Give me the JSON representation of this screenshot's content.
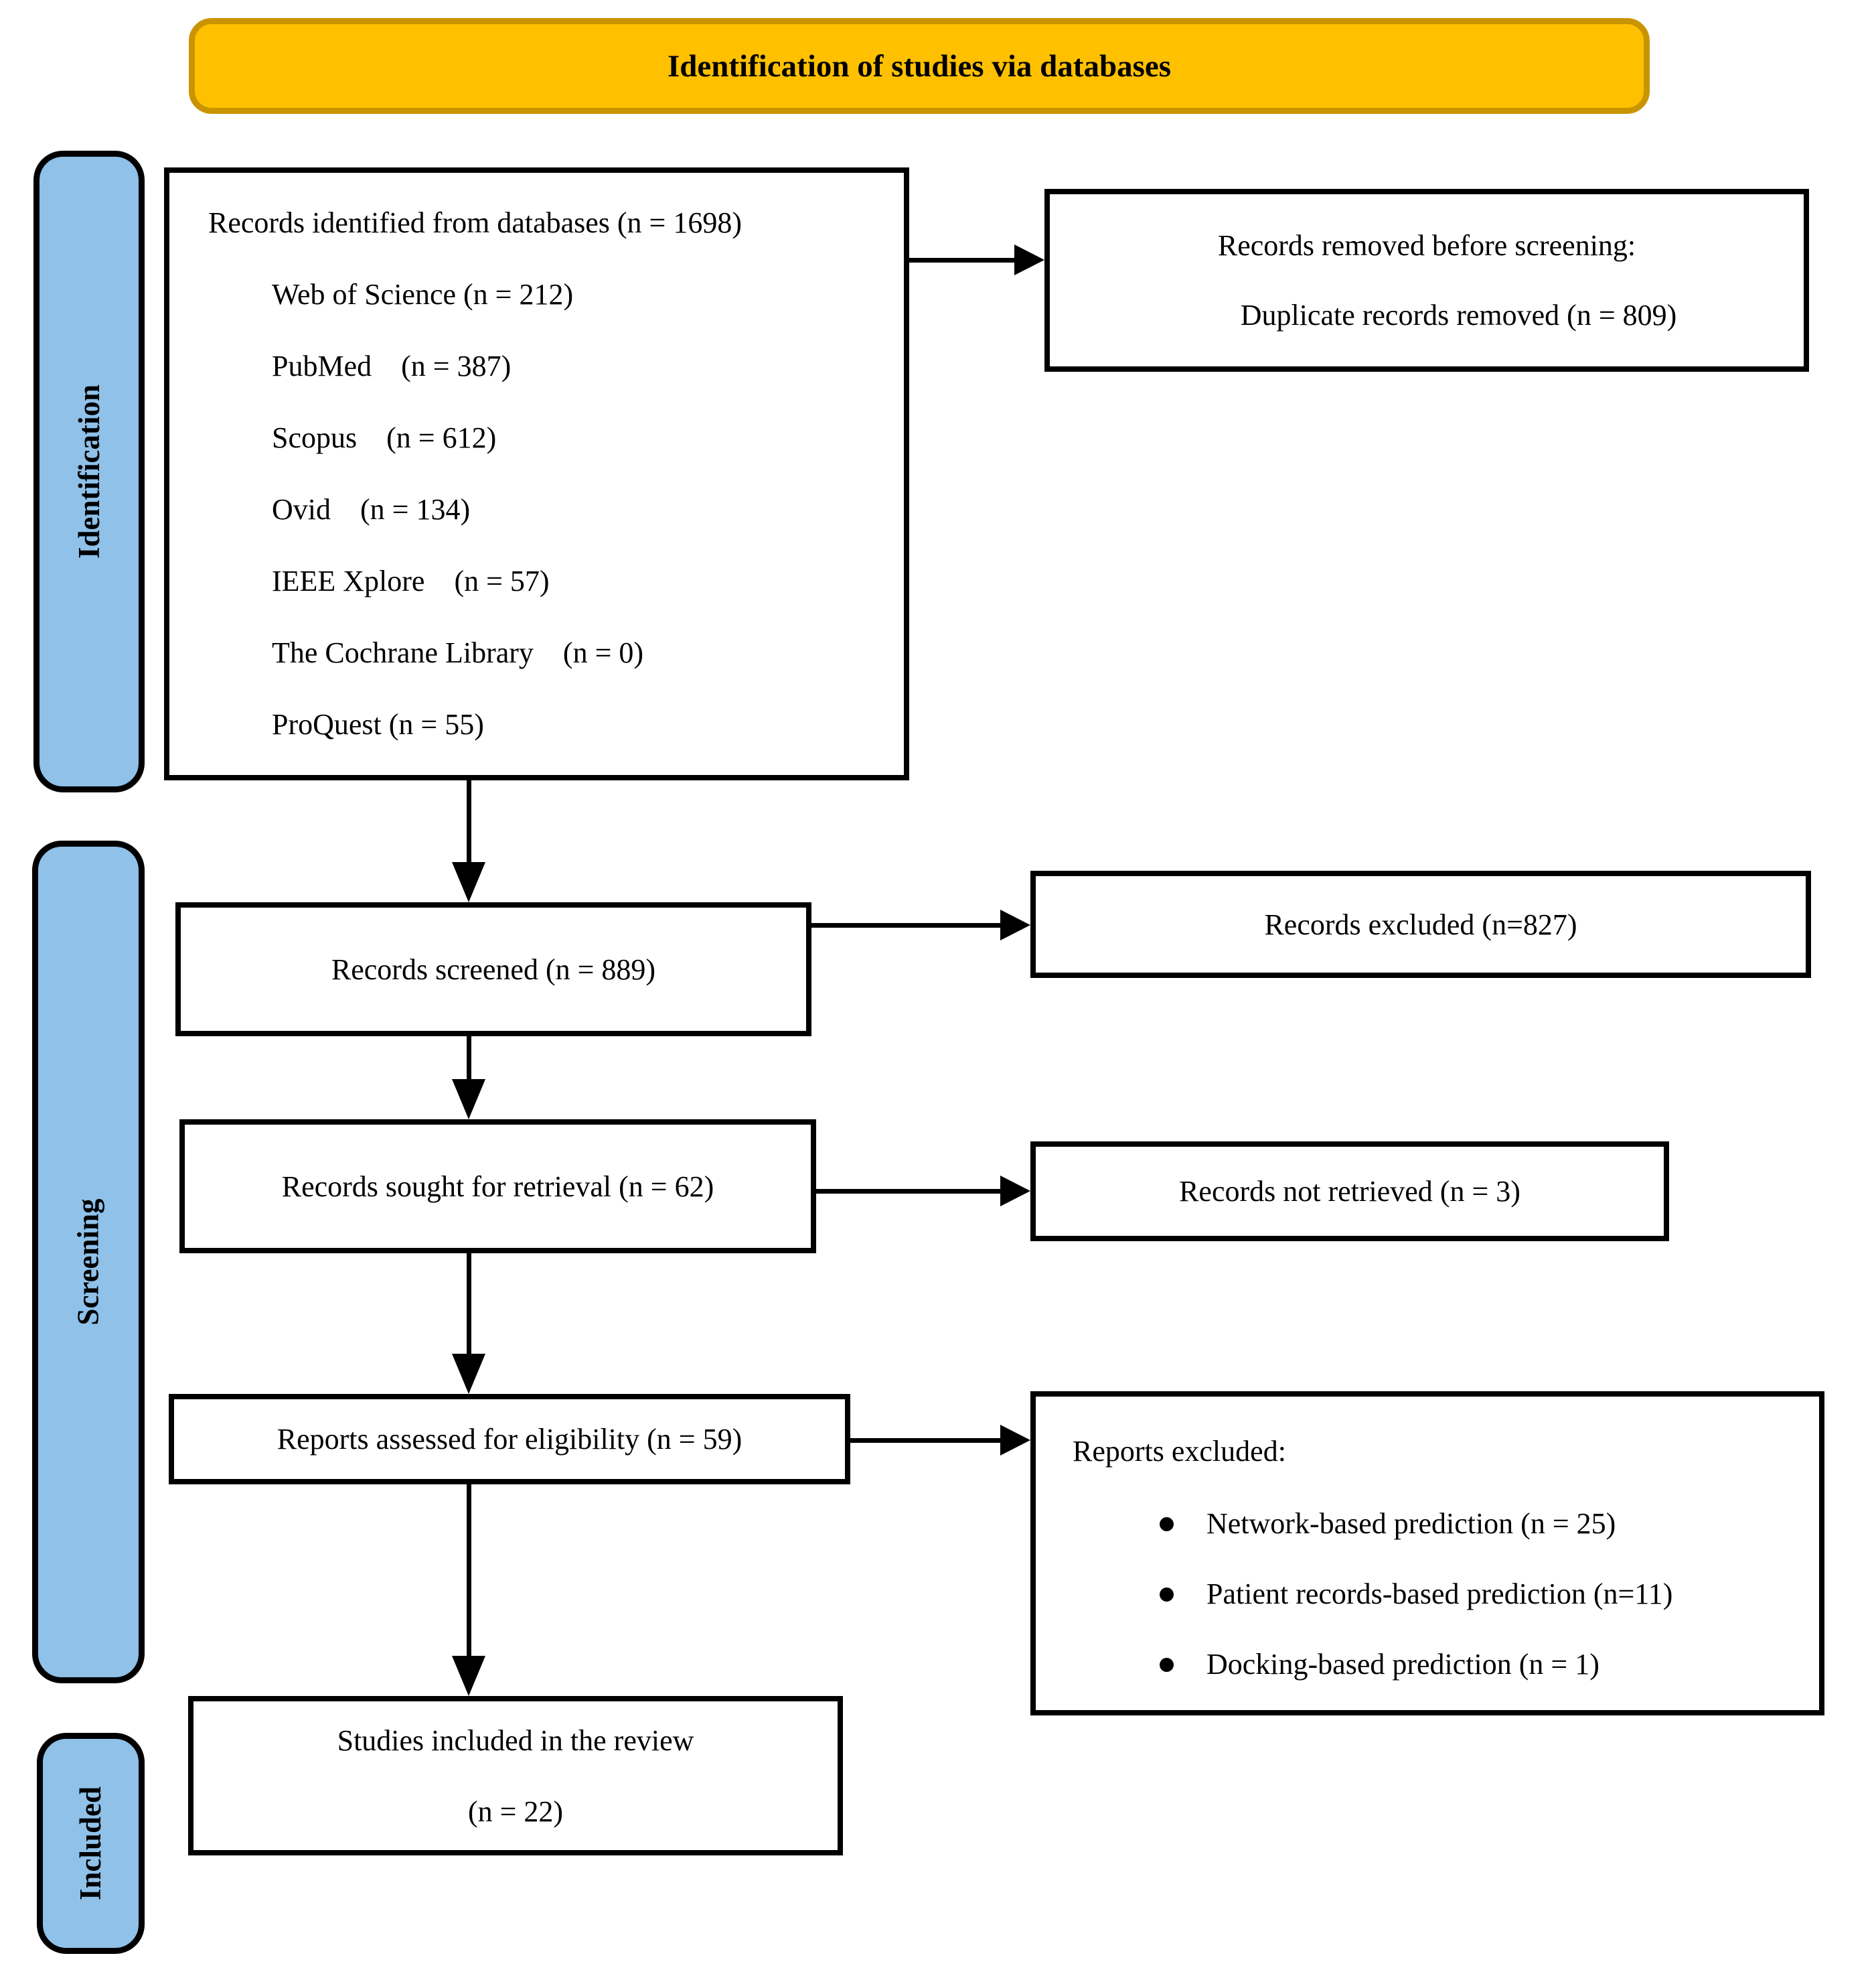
{
  "banner": {
    "title": "Identification of studies via databases"
  },
  "colors": {
    "banner_fill": "#FFC000",
    "banner_border": "#C99400",
    "stage_fill": "#8FC1E9",
    "box_border": "#000000",
    "background": "#FFFFFF"
  },
  "stages": [
    {
      "label": "Identification"
    },
    {
      "label": "Screening"
    },
    {
      "label": "Included"
    }
  ],
  "boxes": {
    "identified": {
      "title": "Records identified from databases (n = 1698)",
      "items": [
        "Web of Science (n = 212)",
        "PubMed    (n = 387)",
        "Scopus    (n = 612)",
        "Ovid    (n = 134)",
        "IEEE Xplore    (n = 57)",
        "The Cochrane Library    (n = 0)",
        "ProQuest (n = 55)"
      ]
    },
    "removed": {
      "line1": "Records removed before screening:",
      "line2": "Duplicate records removed (n = 809)"
    },
    "screened": {
      "label": "Records screened (n = 889)"
    },
    "excluded": {
      "label": "Records excluded (n=827)"
    },
    "sought": {
      "label": "Records sought for retrieval (n = 62)"
    },
    "not_retrieved": {
      "label": "Records not retrieved (n = 3)"
    },
    "assessed": {
      "label": "Reports assessed for eligibility (n = 59)"
    },
    "reports_excluded": {
      "title": "Reports excluded:",
      "items": [
        "Network-based prediction (n = 25)",
        "Patient records-based prediction (n=11)",
        "Docking-based prediction (n = 1)"
      ]
    },
    "included": {
      "line1": "Studies included in the review",
      "line2": "(n = 22)"
    }
  }
}
